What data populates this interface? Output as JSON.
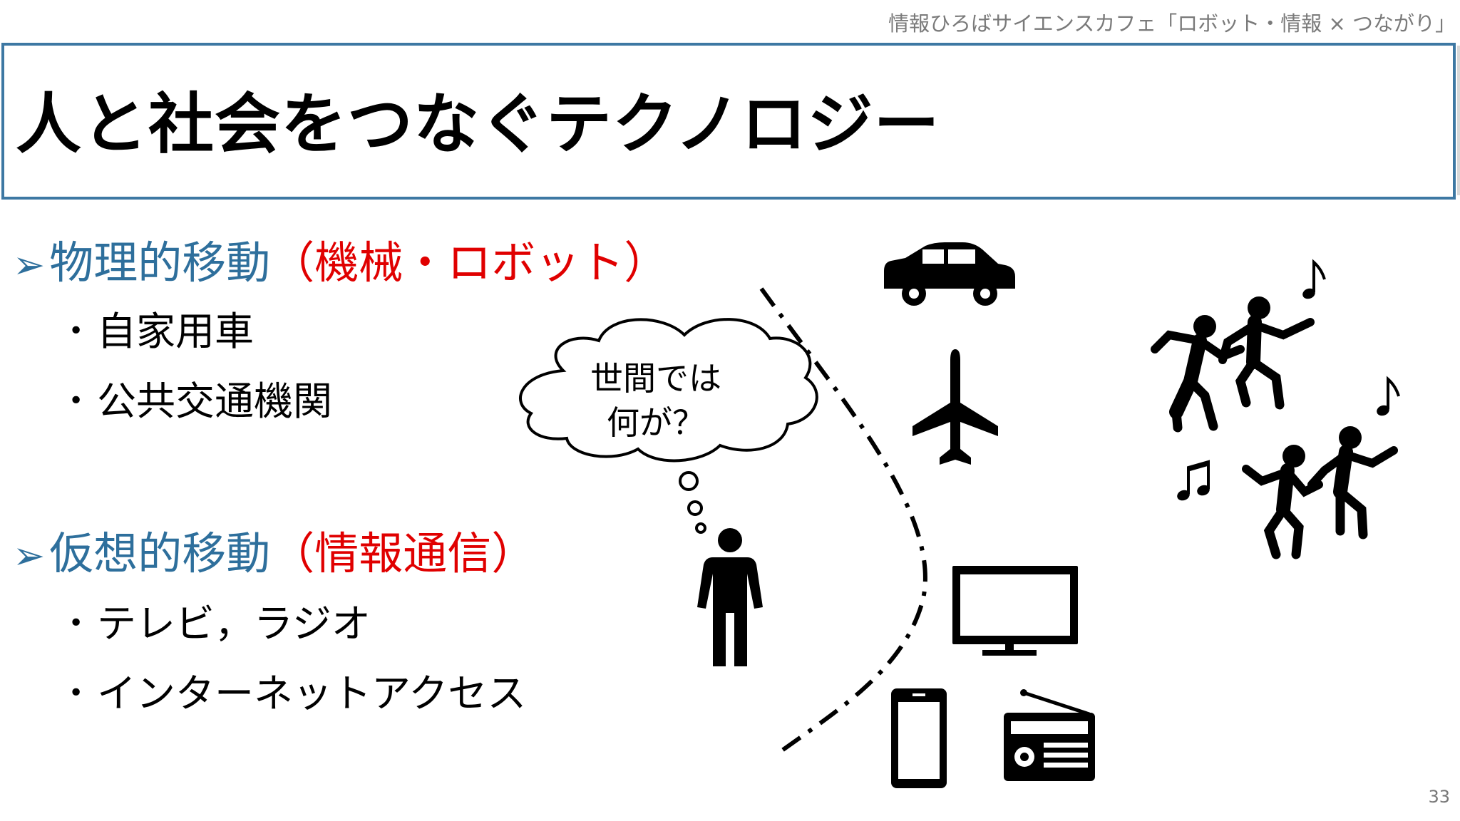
{
  "header_note": "情報ひろばサイエンスカフェ「ロボット・情報 × つながり」",
  "title": "人と社会をつなぐテクノロジー",
  "sections": [
    {
      "arrow": "➢",
      "heading": "物理的移動",
      "sub": "（機械・ロボット）",
      "bullets": [
        "自家用車",
        "公共交通機関"
      ]
    },
    {
      "arrow": "➢",
      "heading": "仮想的移動",
      "sub": "（情報通信）",
      "bullets": [
        "テレビ，ラジオ",
        "インターネットアクセス"
      ]
    }
  ],
  "bullet_glyph": "•",
  "thought_bubble": {
    "line1": "世間では",
    "line2": "何が？"
  },
  "icons": [
    "car-icon",
    "airplane-icon",
    "person-icon",
    "tv-icon",
    "smartphone-icon",
    "radio-icon",
    "dancing-people-icon",
    "music-note-icon"
  ],
  "page_number": "33",
  "colors": {
    "title_border": "#3d78a3",
    "heading": "#2e6f9c",
    "subheading": "#e00000"
  }
}
